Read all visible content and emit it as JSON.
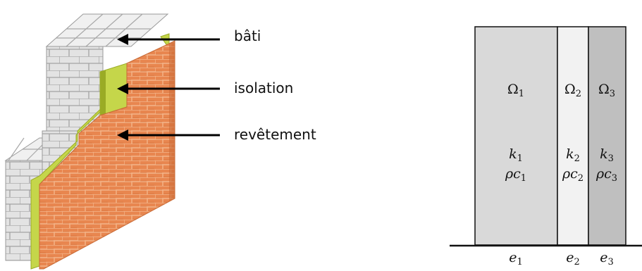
{
  "wall_illustration": {
    "callouts": [
      {
        "id": "bati",
        "label": "bâti"
      },
      {
        "id": "isolation",
        "label": "isolation"
      },
      {
        "id": "revetement",
        "label": "revêtement"
      }
    ],
    "colors": {
      "block_face": "#e6e6e6",
      "block_side": "#c8c8c8",
      "block_joint": "#9a9a9a",
      "insulation": "#c5d64a",
      "insulation_dark": "#9aab25",
      "brick": "#e8864f",
      "brick_mortar": "#f3b58a",
      "brick_shadow": "#c96a36"
    }
  },
  "layer_schematic": {
    "layers": [
      {
        "domain": "Ω",
        "index": "1",
        "conductivity_symbol": "k",
        "capacity_symbol": "ρc",
        "thickness_symbol": "e",
        "fill": "#d9d9d9"
      },
      {
        "domain": "Ω",
        "index": "2",
        "conductivity_symbol": "k",
        "capacity_symbol": "ρc",
        "thickness_symbol": "e",
        "fill": "#f2f2f2"
      },
      {
        "domain": "Ω",
        "index": "3",
        "conductivity_symbol": "k",
        "capacity_symbol": "ρc",
        "thickness_symbol": "e",
        "fill": "#bfbfbf"
      }
    ]
  }
}
